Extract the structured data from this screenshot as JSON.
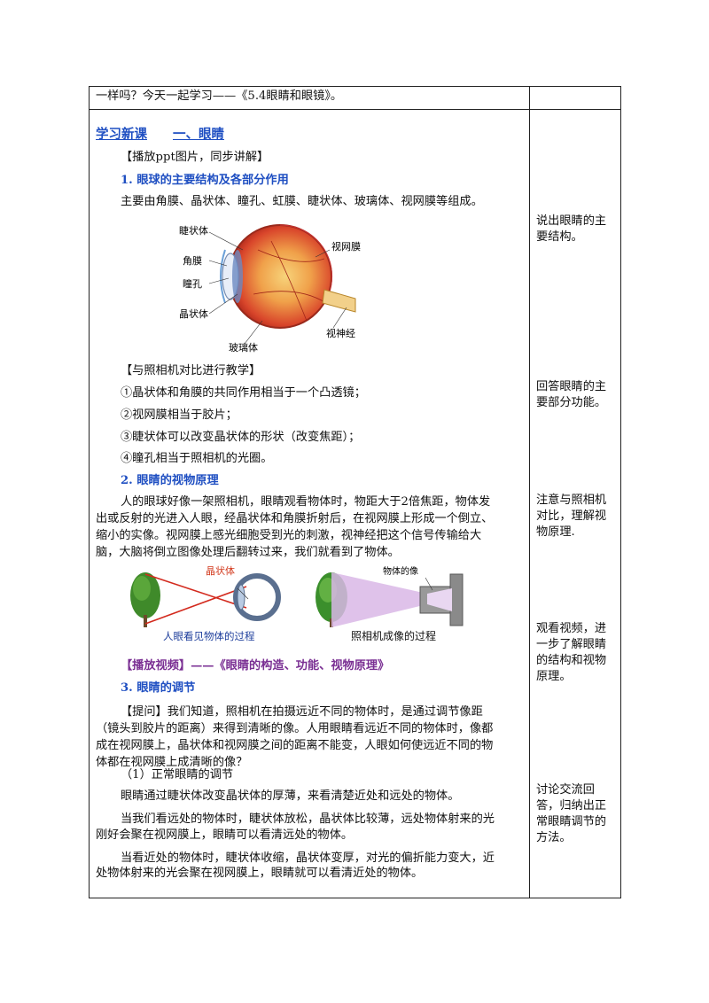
{
  "intro_line": "一样吗？今天一起学习——《5.4眼睛和眼镜》。",
  "section": {
    "heading_prefix": "学习新课",
    "heading_title": "一、眼睛",
    "ppt_note": "【播放ppt图片，同步讲解】",
    "sub1_title": "1. 眼球的主要结构及各部分作用",
    "sub1_text": "主要由角膜、晶状体、瞳孔、虹膜、睫状体、玻璃体、视网膜等组成。",
    "eye_labels": {
      "ciliary": "睫状体",
      "cornea": "角膜",
      "pupil": "瞳孔",
      "lens": "晶状体",
      "vitreous": "玻璃体",
      "retina": "视网膜",
      "optic_nerve": "视神经"
    },
    "compare_title": "【与照相机对比进行教学】",
    "compare_items": [
      "①晶状体和角膜的共同作用相当于一个凸透镜；",
      "②视网膜相当于胶片；",
      "③睫状体可以改变晶状体的形状（改变焦距）；",
      "④瞳孔相当于照相机的光圈。"
    ],
    "sub2_title": "2. 眼睛的视物原理",
    "sub2_lines": [
      "人的眼球好像一架照相机，眼睛观看物体时，物距大于2倍焦距，物体发",
      "出或反射的光进入人眼，经晶状体和角膜折射后，在视网膜上形成一个倒立、",
      "缩小的实像。视网膜上感光细胞受到光的刺激，视神经把这个信号传输给大",
      "脑，大脑将倒立图像处理后翻转过来，我们就看到了物体。"
    ],
    "fig_left_label": "晶状体",
    "fig_left_caption": "人眼看见物体的过程",
    "fig_right_label": "物体的像",
    "fig_right_caption": "照相机成像的过程",
    "video_line": "【播放视频】——《眼睛的构造、功能、视物原理》",
    "sub3_title": "3. 眼睛的调节",
    "question_lines": [
      "【提问】我们知道，照相机在拍摄远近不同的物体时，是通过调节像距",
      "（镜头到胶片的距离）来得到清晰的像。人用眼睛看远近不同的物体时，像都",
      "成在视网膜上，晶状体和视网膜之间的距离不能变，人眼如何使远近不同的物",
      "体都在视网膜上成清晰的像？"
    ],
    "normal_title": "（1）正常眼睛的调节",
    "normal_text": "眼睛通过睫状体改变晶状体的厚薄，来看清楚近处和远处的物体。",
    "far_lines": [
      "当我们看远处的物体时，睫状体放松，晶状体比较薄，远处物体射来的光",
      "刚好会聚在视网膜上，眼睛可以看清远处的物体。"
    ],
    "near_lines": [
      "当看近处的物体时，睫状体收缩，晶状体变厚，对光的偏折能力变大，近",
      "处物体射来的光会聚在视网膜上，眼睛就可以看清近处的物体。"
    ]
  },
  "side_notes": [
    [
      "说出眼睛的主",
      "要结构。"
    ],
    [
      "回答眼睛的主",
      "要部分功能。"
    ],
    [
      "注意与照相机",
      "对比，理解视",
      "物原理."
    ],
    [
      "观看视频，进",
      "一步了解眼睛",
      "的结构和视物",
      "原理。"
    ],
    [
      "讨论交流回",
      "答，归纳出正",
      "常眼睛调节的",
      "方法。"
    ]
  ],
  "colors": {
    "heading_blue": "#1f4fc2",
    "video_purple": "#7a2f93",
    "label_red": "#d23a1e"
  }
}
